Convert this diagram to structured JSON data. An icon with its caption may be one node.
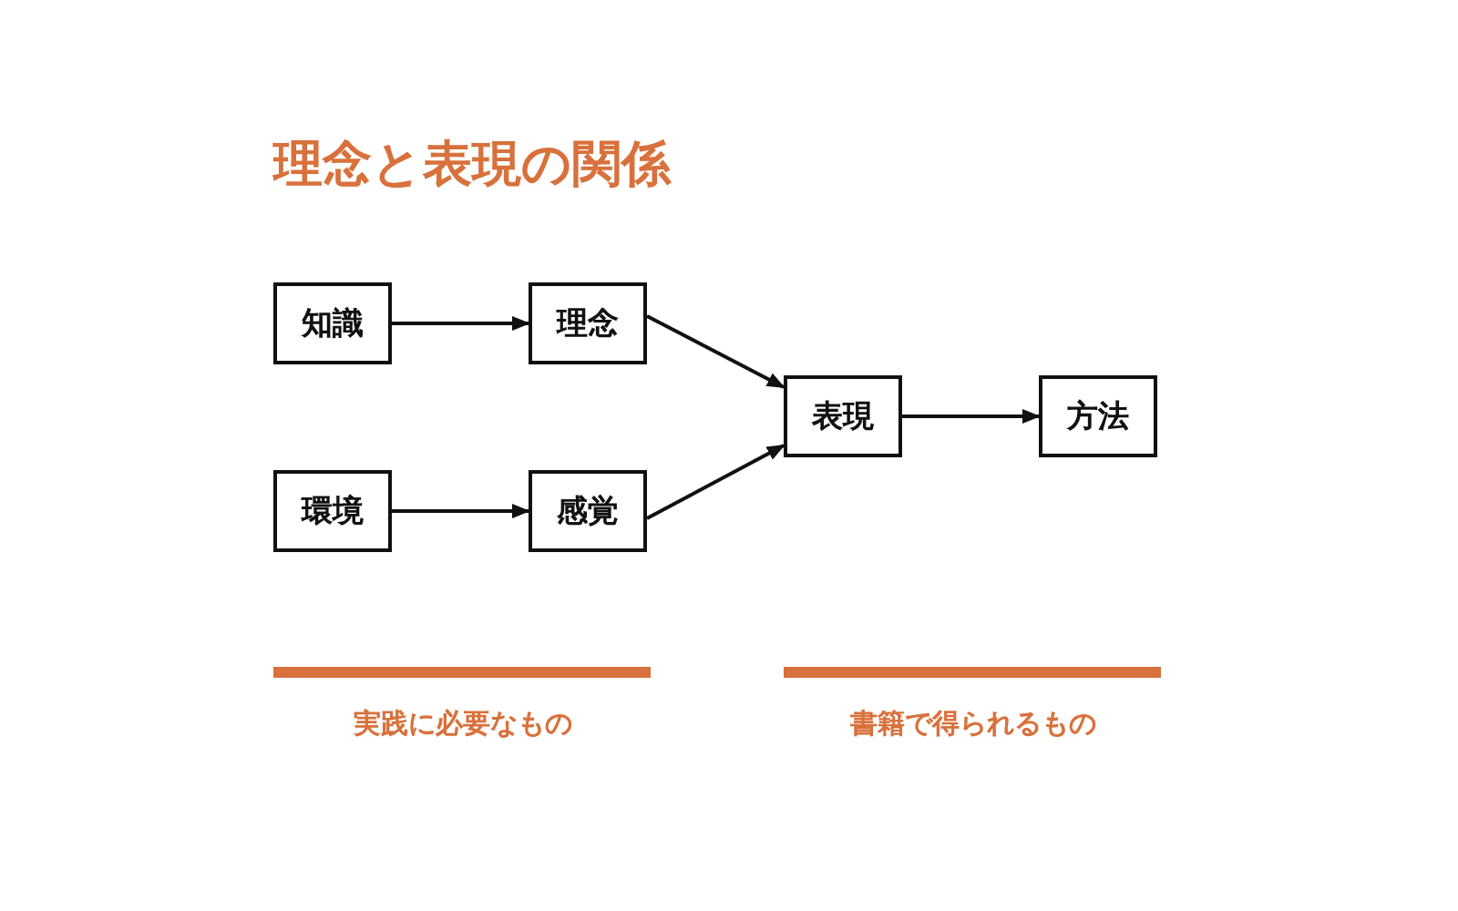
{
  "diagram": {
    "title": "理念と表現の関係",
    "nodes": [
      {
        "text": [
          "知識"
        ]
      },
      {
        "text": [
          "理念"
        ]
      },
      {
        "text": [
          "環境"
        ]
      },
      {
        "text": [
          "感覚"
        ]
      },
      {
        "text": [
          "表現"
        ]
      },
      {
        "text": [
          "方法"
        ]
      }
    ],
    "edges": [
      {
        "from": 0,
        "to": 1,
        "arrow": "to"
      },
      {
        "from": 2,
        "to": 3,
        "arrow": "to"
      },
      {
        "from": 1,
        "to": 4,
        "arrow": "to"
      },
      {
        "from": 3,
        "to": 4,
        "arrow": "to"
      },
      {
        "from": 4,
        "to": 5,
        "arrow": "to"
      }
    ],
    "labels": [
      "実践に必要なもの",
      "書籍で得られるもの"
    ]
  }
}
